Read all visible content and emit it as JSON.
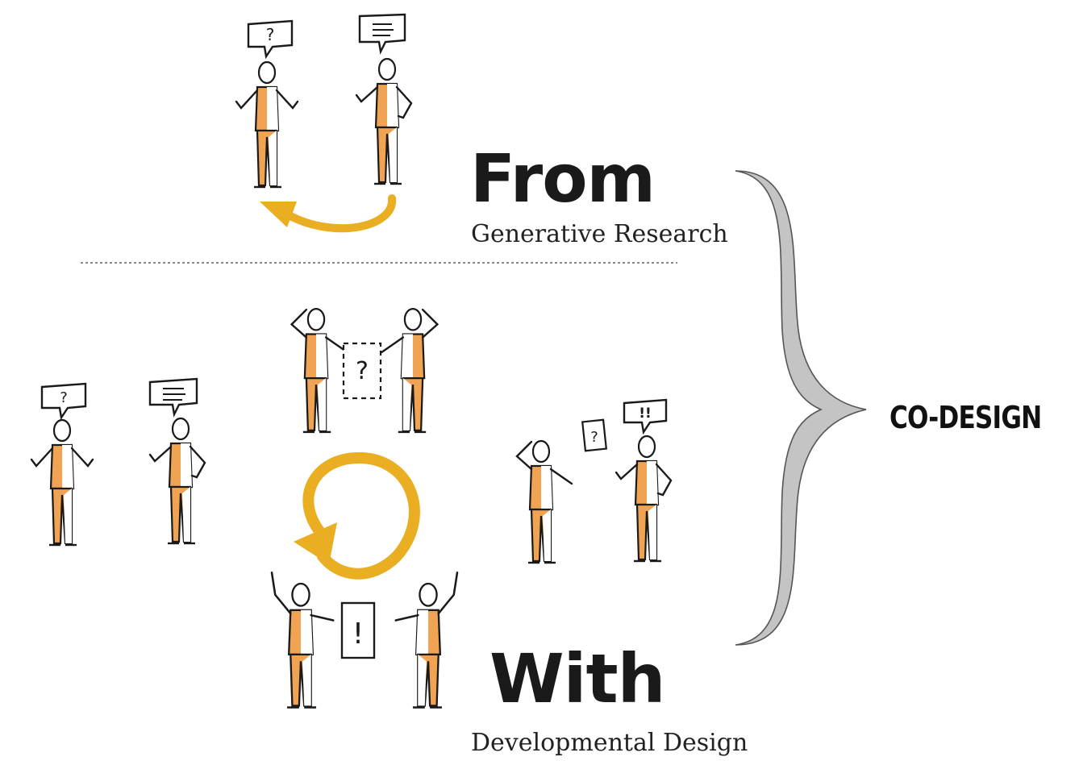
{
  "diagram": {
    "top_heading": "From",
    "top_subheading": "Generative Research",
    "bottom_heading": "With",
    "bottom_subheading": "Developmental Design",
    "bracket_label": "CO-DESIGN",
    "bubble_marks": {
      "question": "?",
      "lines": "≡",
      "double_exclaim": "!!",
      "exclaim": "!"
    },
    "colors": {
      "figure_fill": "#f0a352",
      "arrow": "#e9ae22",
      "bracket": "#c4c4c4",
      "divider": "#888888",
      "ink": "#1a1a1a"
    }
  }
}
